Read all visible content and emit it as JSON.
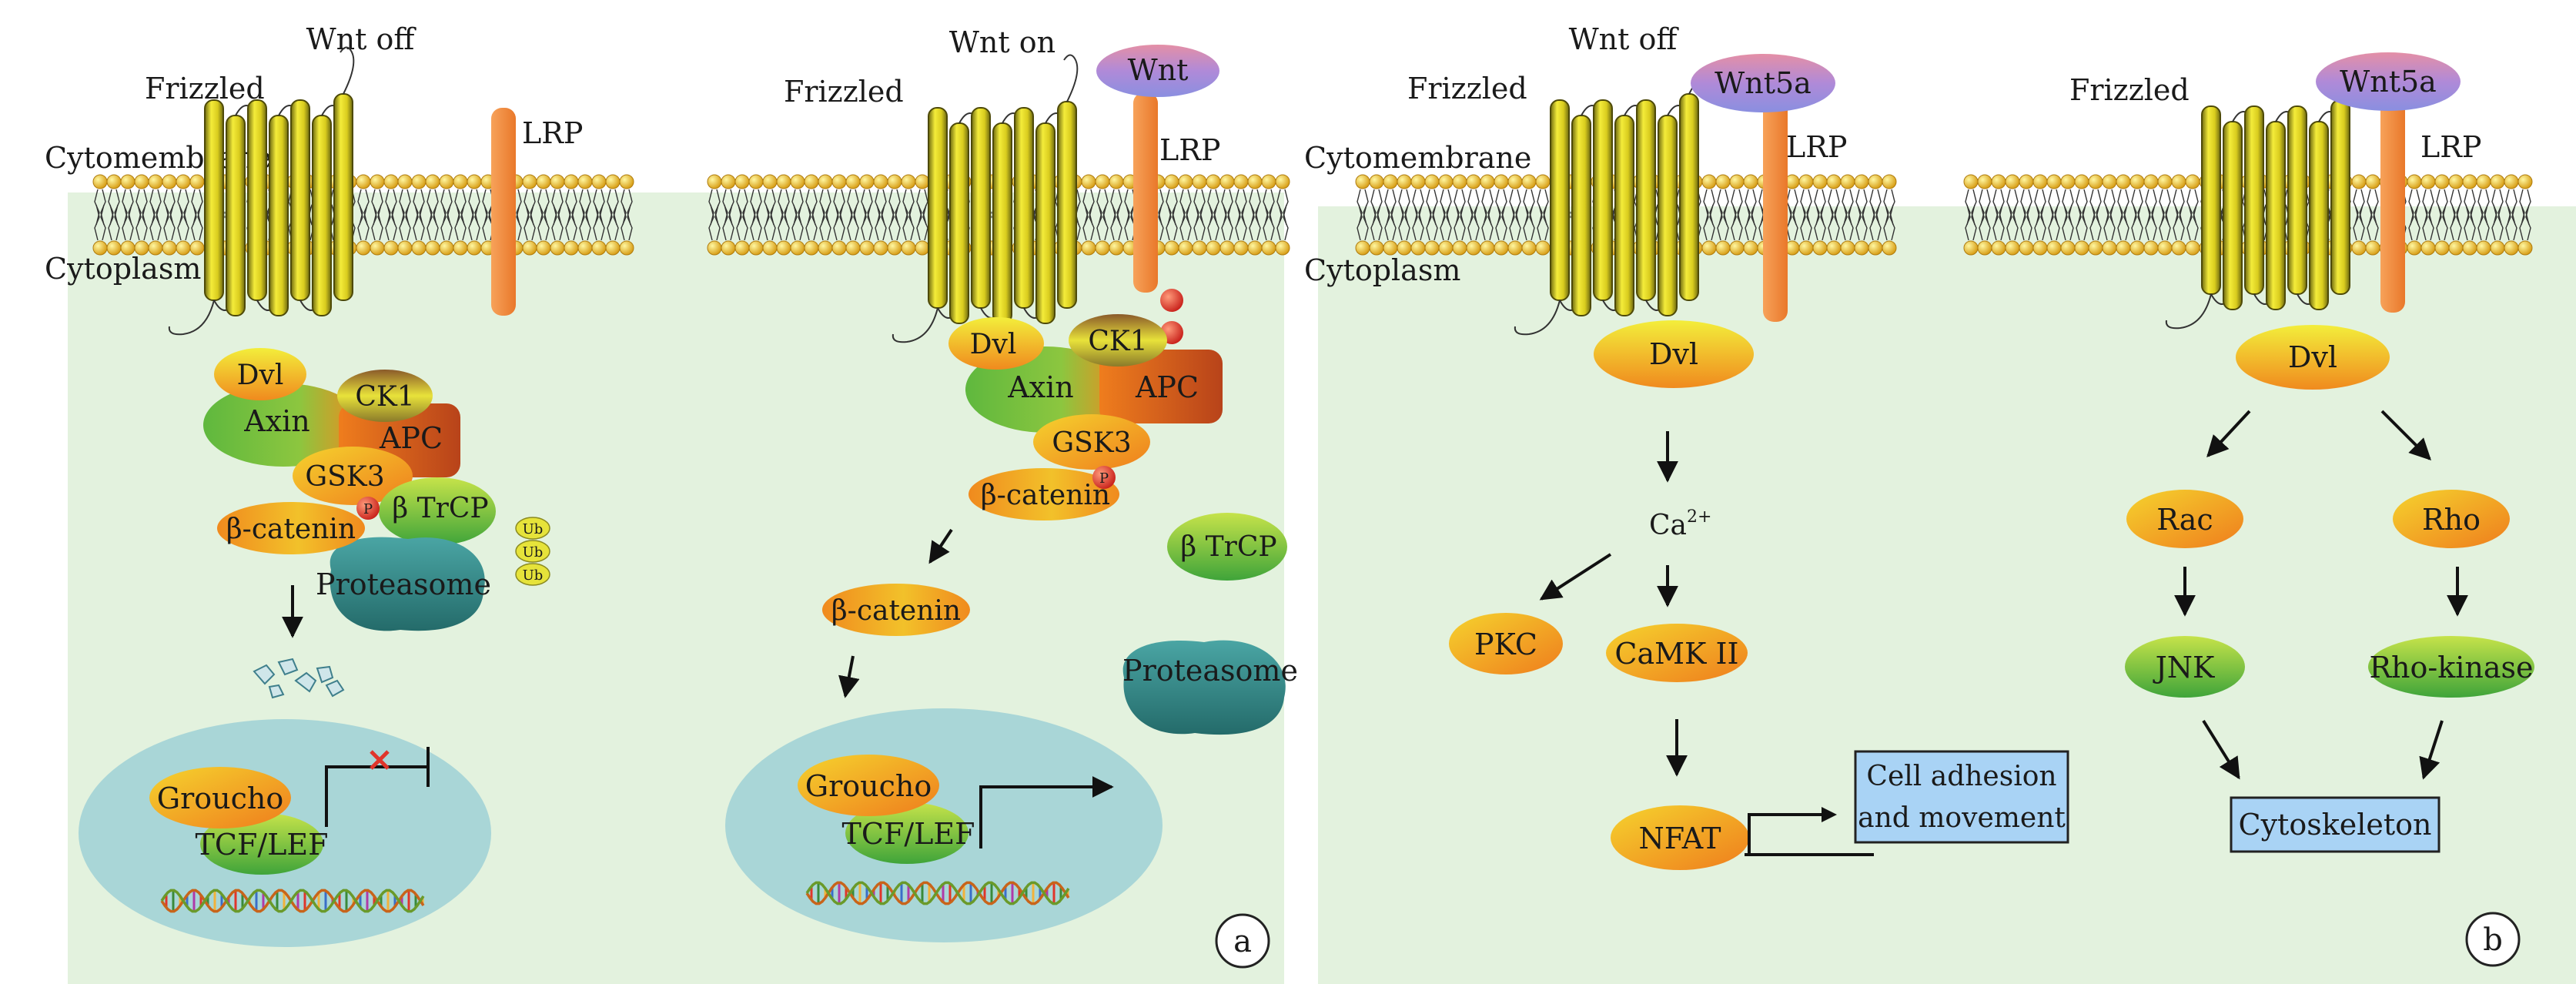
{
  "panel_a": {
    "left": {
      "title": "Wnt off",
      "frizzled": "Frizzled",
      "lrp": "LRP",
      "cytomembrane": "Cytomembrane",
      "cytoplasm": "Cytoplasm",
      "dvl": "Dvl",
      "ck1": "CK1",
      "axin": "Axin",
      "apc": "APC",
      "gsk3": "GSK3",
      "p": "P",
      "btrcp": "β TrCP",
      "bcatenin": "β-catenin",
      "ub": "Ub",
      "proteasome": "Proteasome",
      "groucho": "Groucho",
      "tcflef": "TCF/LEF"
    },
    "right": {
      "title": "Wnt on",
      "wnt": "Wnt",
      "frizzled": "Frizzled",
      "lrp": "LRP",
      "dvl": "Dvl",
      "ck1": "CK1",
      "axin": "Axin",
      "apc": "APC",
      "gsk3": "GSK3",
      "p": "P",
      "bcatenin_complex": "β-catenin",
      "bcatenin_free": "β-catenin",
      "btrcp": "β TrCP",
      "proteasome": "Proteasome",
      "groucho": "Groucho",
      "tcflef": "TCF/LEF"
    },
    "label": "a"
  },
  "panel_b": {
    "left": {
      "title": "Wnt off",
      "wnt5a": "Wnt5a",
      "frizzled": "Frizzled",
      "lrp": "LRP",
      "cytomembrane": "Cytomembrane",
      "cytoplasm": "Cytoplasm",
      "dvl": "Dvl",
      "ca": "Ca",
      "ca_sup": "2+",
      "pkc": "PKC",
      "camk": "CaMK II",
      "nfat": "NFAT",
      "cell_adhesion_line1": "Cell adhesion",
      "cell_adhesion_line2": "and movement"
    },
    "right": {
      "wnt5a": "Wnt5a",
      "frizzled": "Frizzled",
      "lrp": "LRP",
      "dvl": "Dvl",
      "rac": "Rac",
      "rho": "Rho",
      "jnk": "JNK",
      "rho_kinase": "Rho-kinase",
      "cytoskeleton": "Cytoskeleton"
    },
    "label": "b"
  },
  "colors": {
    "cytoplasm": "#e3f2de",
    "nucleus": "#a9d6d7",
    "receptor": "#dccf22",
    "lrp": "#f08a3a",
    "wnt": "#9e8fd6",
    "proteasome": "#2f8583",
    "box": "#a9d3f5"
  }
}
